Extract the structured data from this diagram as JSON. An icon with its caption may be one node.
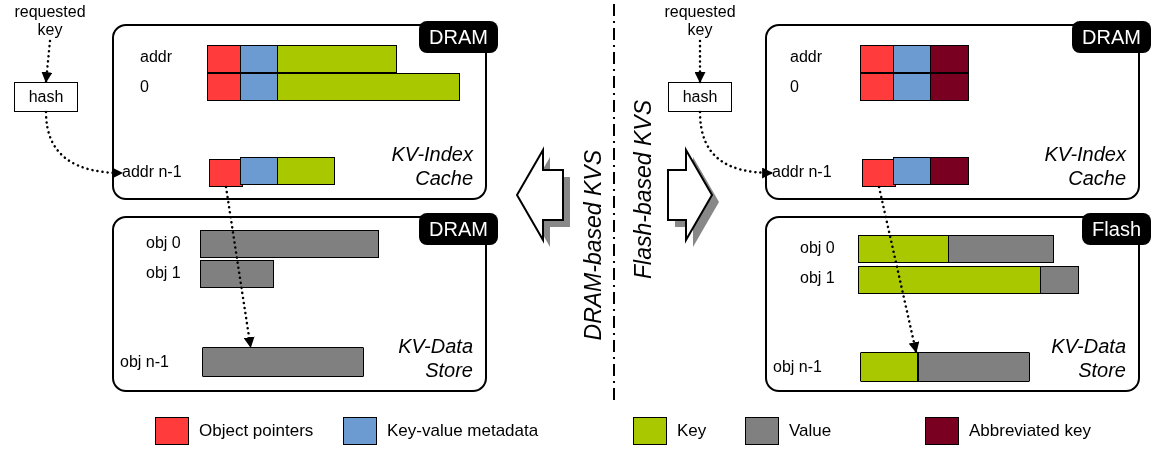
{
  "diagram": {
    "nodes": [
      {
        "text": [
          "requested key"
        ]
      },
      {
        "text": [
          "hash"
        ]
      },
      {
        "text": [
          "DRAM",
          "KV-Index Cache"
        ]
      },
      {
        "text": [
          "addr n-1"
        ],
        "in": 2
      },
      {
        "text": [],
        "shape": "box",
        "in": 2
      },
      {
        "text": [
          "DRAM",
          "KV-Data Store"
        ]
      },
      {
        "text": [],
        "shape": "bar",
        "in": 5,
        "beside": [
          "obj n-1"
        ]
      },
      {
        "text": [
          "requested key"
        ]
      },
      {
        "text": [
          "hash"
        ]
      },
      {
        "text": [
          "DRAM",
          "KV-Index Cache"
        ]
      },
      {
        "text": [
          "addr n-1"
        ],
        "in": 9
      },
      {
        "text": [],
        "shape": "box",
        "in": 9
      },
      {
        "text": [
          "Flash",
          "KV-Data Store"
        ]
      },
      {
        "text": [],
        "shape": "bar",
        "in": 12,
        "beside": [
          "obj n-1"
        ]
      }
    ],
    "edges": [
      {
        "from": 0,
        "to": 1,
        "arrow": "to"
      },
      {
        "from": 1,
        "to": 3,
        "arrow": "to"
      },
      {
        "from": 4,
        "to": 6,
        "arrow": "to"
      },
      {
        "from": 7,
        "to": 8,
        "arrow": "to"
      },
      {
        "from": 8,
        "to": 10,
        "arrow": "to"
      },
      {
        "from": 11,
        "to": 13,
        "arrow": "to"
      }
    ],
    "labels": [
      "addr 0",
      "obj 0",
      "obj 1",
      "DRAM-based KVS",
      "Flash-based KVS",
      "addr 0",
      "obj 0",
      "obj 1"
    ],
    "legend": [
      {
        "text": "Object pointers",
        "color": "#ff3b3b"
      },
      {
        "text": "Key-value metadata",
        "color": "#6c9bd2"
      },
      {
        "text": "Key",
        "color": "#a9c800"
      },
      {
        "text": "Value",
        "color": "#808080"
      },
      {
        "text": "Abbreviated key",
        "color": "#7a0022"
      }
    ]
  }
}
